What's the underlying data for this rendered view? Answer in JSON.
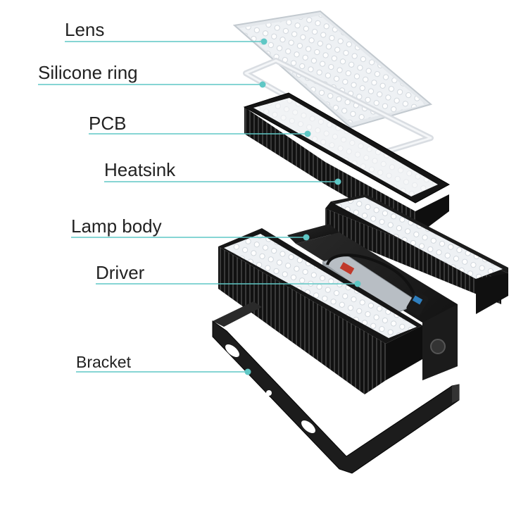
{
  "diagram": {
    "accent_color": "#5fc7c5",
    "body_color": "#1a1a1a",
    "panel_color": "#e9ecef",
    "labels": [
      {
        "id": "lens",
        "text": "Lens"
      },
      {
        "id": "silicone_ring",
        "text": "Silicone ring"
      },
      {
        "id": "pcb",
        "text": "PCB"
      },
      {
        "id": "heatsink",
        "text": "Heatsink"
      },
      {
        "id": "lamp_body",
        "text": "Lamp body"
      },
      {
        "id": "driver",
        "text": "Driver"
      },
      {
        "id": "bracket",
        "text": "Bracket"
      }
    ]
  }
}
